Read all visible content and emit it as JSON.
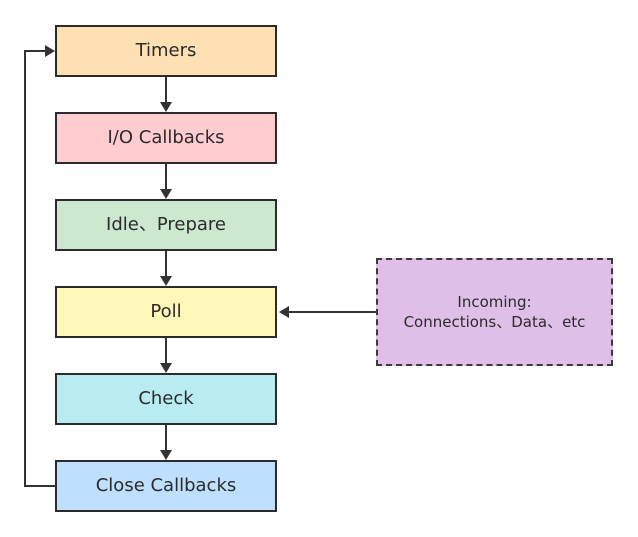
{
  "phases": [
    {
      "label": "Timers",
      "color": "#ffe0b3"
    },
    {
      "label": "I/O Callbacks",
      "color": "#ffcccf"
    },
    {
      "label": "Idle、Prepare",
      "color": "#cce8cf"
    },
    {
      "label": "Poll",
      "color": "#fff8b8"
    },
    {
      "label": "Check",
      "color": "#b8ecf0"
    },
    {
      "label": "Close Callbacks",
      "color": "#bfdfff"
    }
  ],
  "incoming": {
    "line1": "Incoming:",
    "line2": "Connections、Data、etc",
    "color": "#dfbfe8"
  }
}
